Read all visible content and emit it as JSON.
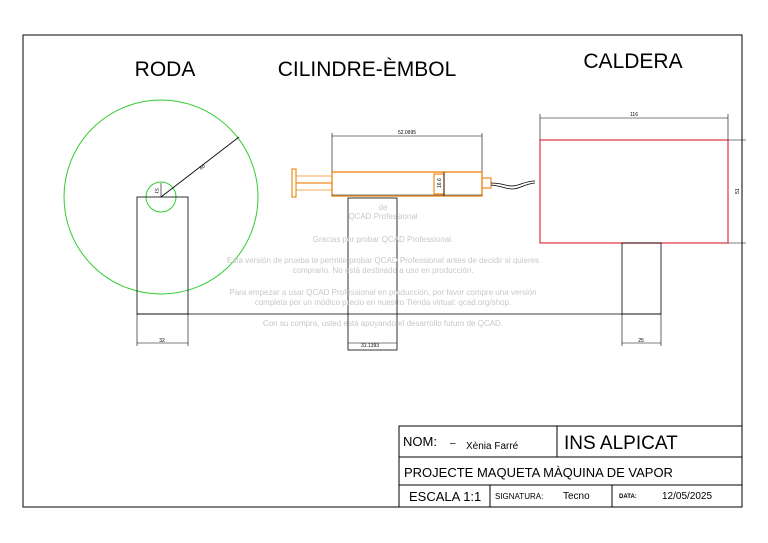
{
  "headings": {
    "roda": "RODA",
    "cilindre": "CILINDRE-ÈMBOL",
    "caldera": "CALDERA"
  },
  "dimensions": {
    "roda_radius": "60",
    "roda_small_radius": "15",
    "roda_support_width": "32",
    "cilindre_length": "52.0995",
    "cilindre_height": "16.6",
    "cilindre_support_width": "31.1393",
    "caldera_width": "116",
    "caldera_height": "51",
    "caldera_support_width": "25"
  },
  "watermark": {
    "line1": "de",
    "line2": "QCAD Professional",
    "line3": "Gracias por probar QCAD Professional.",
    "line4": "Esta versión de prueba te permite probar QCAD Professional antes de decidir si quieres",
    "line5": "comprarlo. No está destinado a uso en producción.",
    "line6": "Para empezar a usar QCAD Professional en producción, por favor compre una versión",
    "line7": "completa por un módico precio en nuestro Tienda virtual: qcad.org/shop.",
    "line8": "Con su compra, usted está apoyando el desarrollo futuro de QCAD."
  },
  "title_block": {
    "nom_label": "NOM:",
    "nom_dash": "–",
    "nom_value": "Xènia Farré",
    "school": "INS ALPICAT",
    "project": "PROJECTE MAQUETA MÀQUINA DE VAPOR",
    "scale": "ESCALA 1:1",
    "signatura_label": "SIGNATURA:",
    "signatura_value": "Tecno",
    "data_label": "DATA:",
    "data_value": "12/05/2025"
  },
  "colors": {
    "wheel": "#33cc33",
    "syringe": "#f08c1e",
    "boiler": "#e03040",
    "line": "#000000",
    "watermark": "#c8c8c8"
  }
}
